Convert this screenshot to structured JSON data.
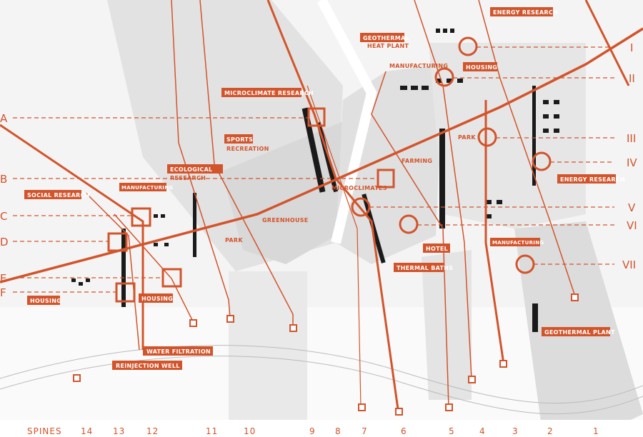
{
  "colors": {
    "accent": "#d2542b",
    "building": "#1a1a1a",
    "ground": "#f4f4f4"
  },
  "sections_letters": [
    "A",
    "B",
    "C",
    "D",
    "E",
    "F"
  ],
  "sections_roman": [
    "I",
    "II",
    "III",
    "IV",
    "V",
    "VI",
    "VII"
  ],
  "spines": {
    "title": "SPINES",
    "numbers": [
      "14",
      "13",
      "12",
      "11",
      "10",
      "9",
      "8",
      "7",
      "6",
      "5",
      "4",
      "3",
      "2",
      "1"
    ]
  },
  "labels": {
    "energy_research_top": "ENERGY RESEARCH",
    "geothermal": "GEOTHERMAL",
    "heat_plant": "HEAT PLANT",
    "manufacturing_ne": "MANUFACTURING",
    "housing_ne": "HOUSING",
    "microclimate_research": "MICROCLIMATE RESEARCH",
    "sports": "SPORTS",
    "recreation": "RECREATION",
    "ecological": "ECOLOGICAL",
    "research": "RESEARCH",
    "manufacturing_w": "MANUFACTURING",
    "social_research": "SOCIAL RESEARCH",
    "park_e": "PARK",
    "farming": "FARMING",
    "energy_research_e": "ENERGY RESEARCH",
    "microclimates": "MICROCLIMATES",
    "greenhouse": "GREENHOUSE",
    "park_w": "PARK",
    "hotel": "HOTEL",
    "manufacturing_se": "MANUFACTURING",
    "thermal_baths": "THERMAL BATHS",
    "housing_w": "HOUSING",
    "housing_c": "HOUSING",
    "water_filtration": "WATER FILTRATION",
    "reinjection_well": "REINJECTION WELL",
    "geothermal_plant": "GEOTHERMAL PLANT"
  }
}
